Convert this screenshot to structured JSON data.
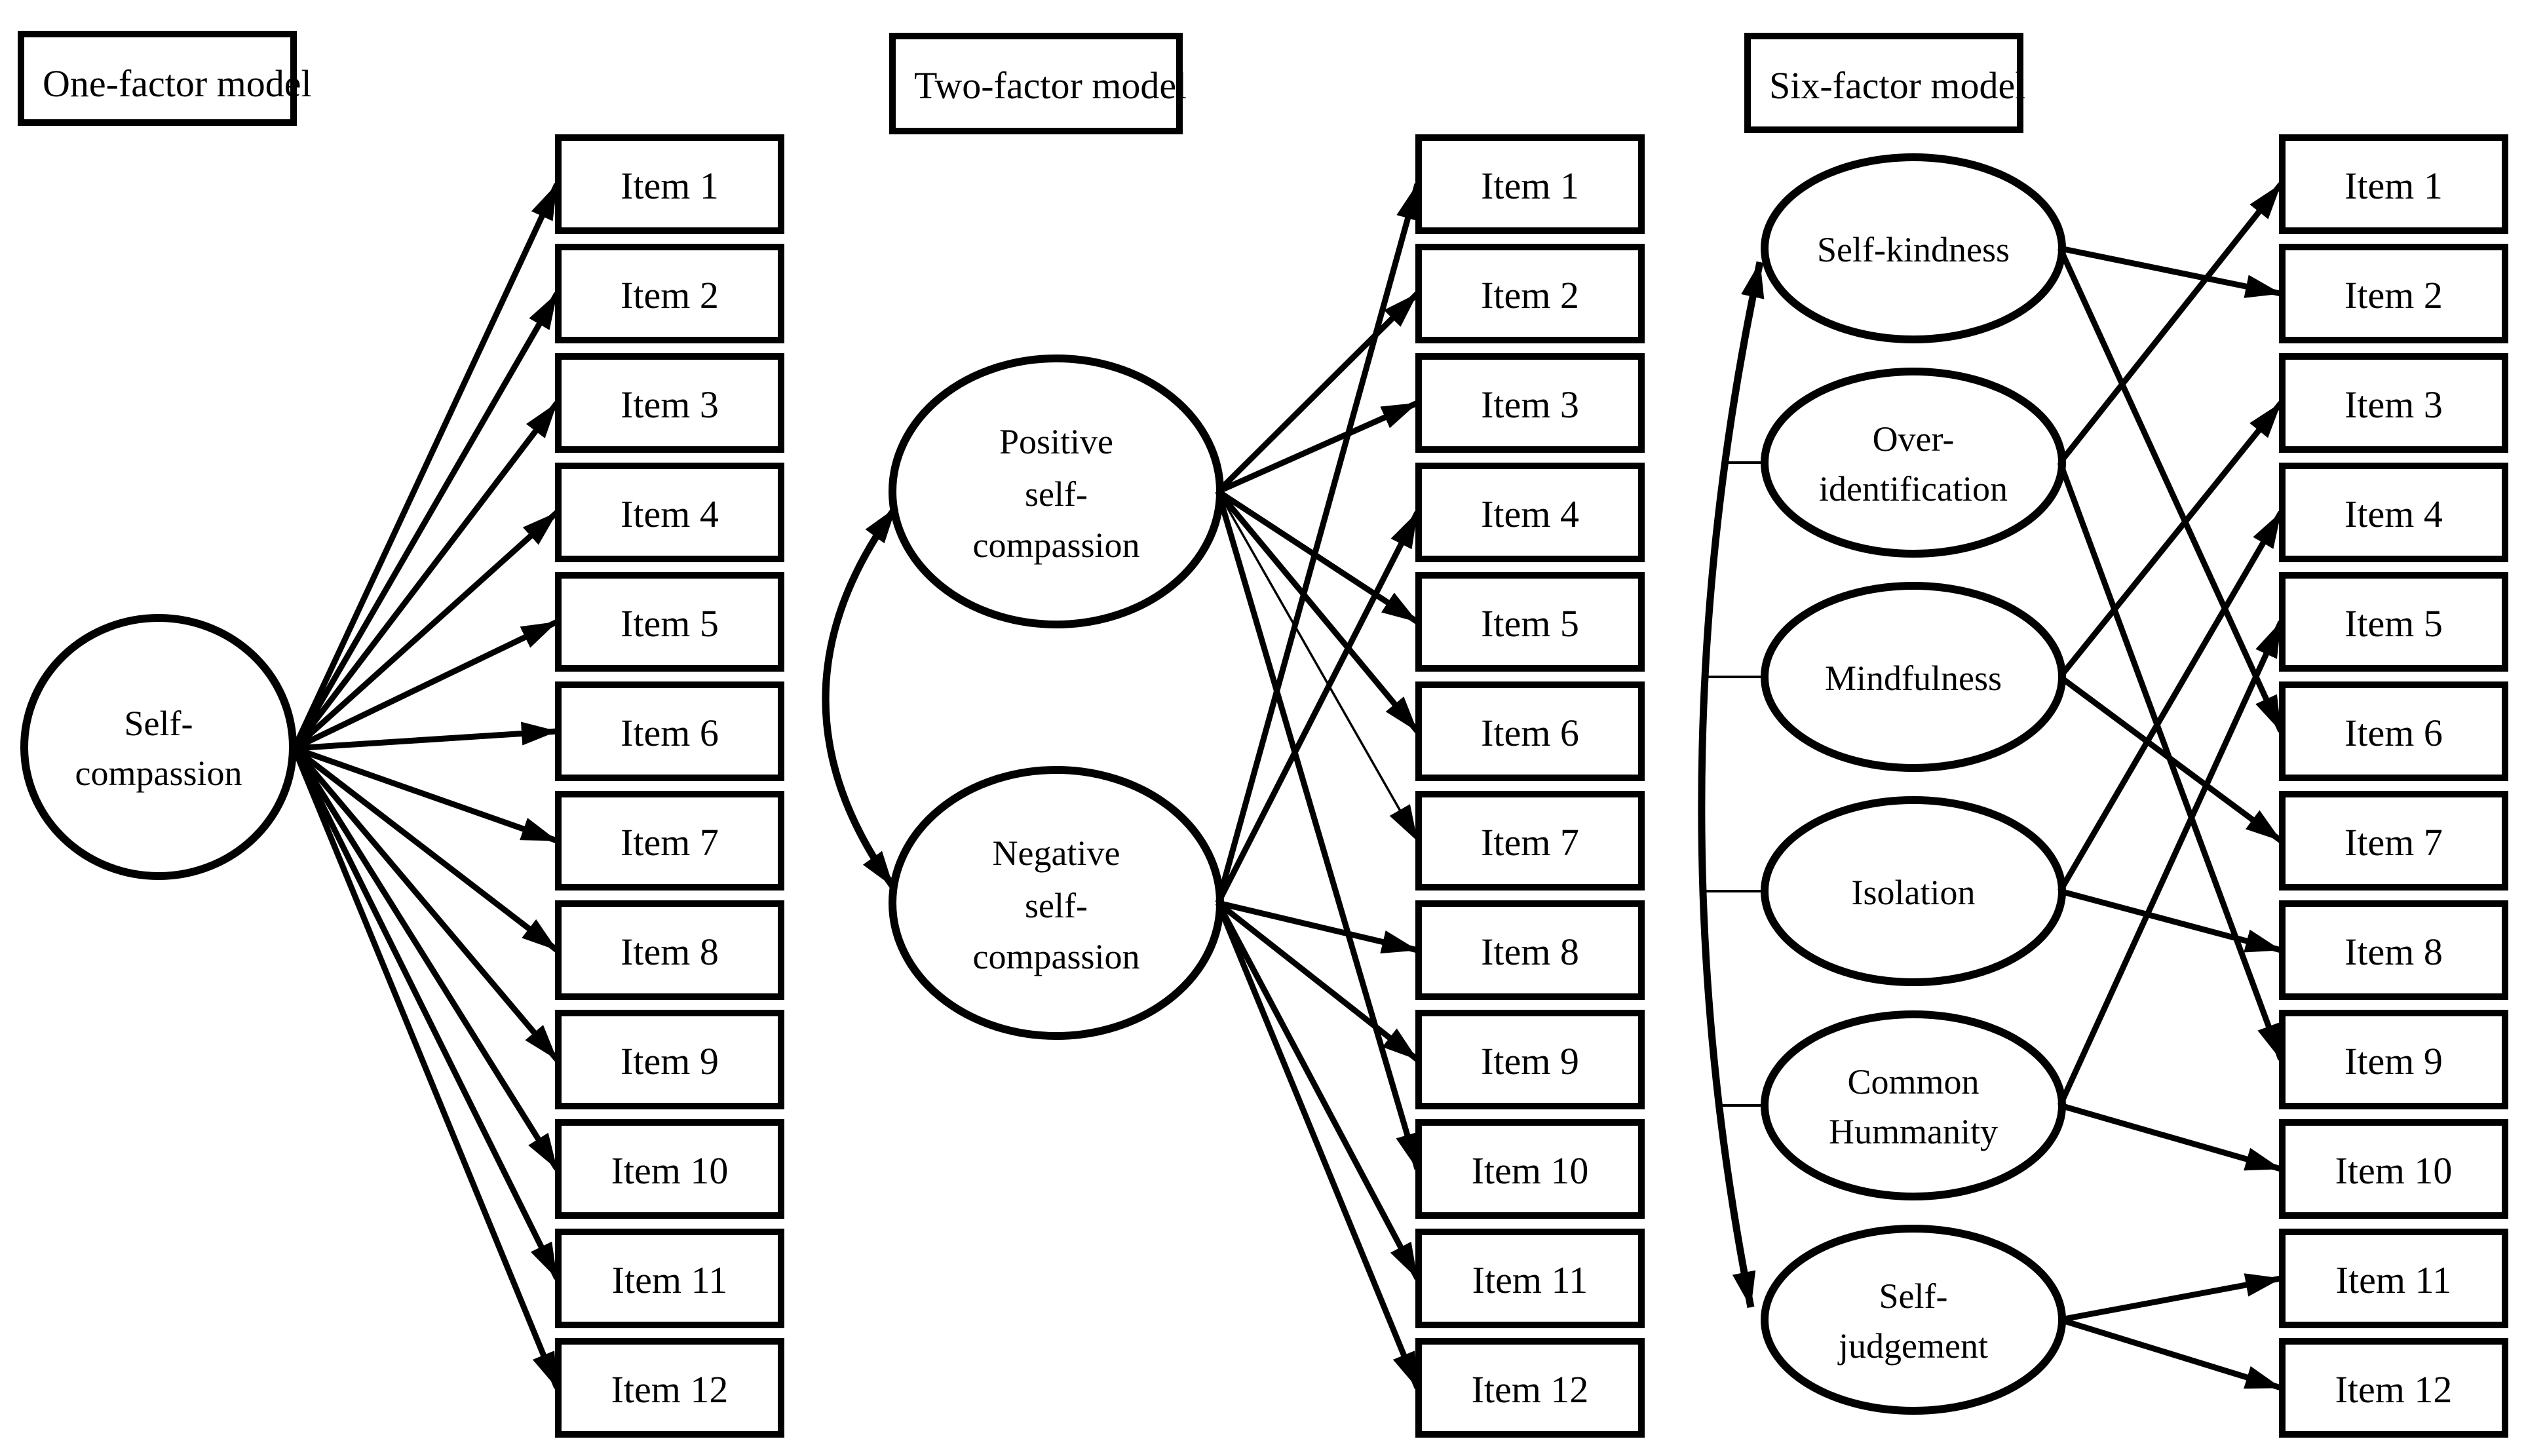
{
  "figure": {
    "background": "#ffffff",
    "line_color": "#000000",
    "items": [
      "Item 1",
      "Item 2",
      "Item 3",
      "Item 4",
      "Item 5",
      "Item 6",
      "Item 7",
      "Item 8",
      "Item 9",
      "Item 10",
      "Item 11",
      "Item 12"
    ],
    "models": [
      {
        "title": "One-factor model",
        "factor_correlations": "none",
        "factors": [
          {
            "name": "self-compassion",
            "label_lines": [
              "Self-",
              "compassion"
            ],
            "loads_items": [
              1,
              2,
              3,
              4,
              5,
              6,
              7,
              8,
              9,
              10,
              11,
              12
            ]
          }
        ]
      },
      {
        "title": "Two-factor model",
        "factor_correlations": "curved double-headed arrow between the two factors",
        "factors": [
          {
            "name": "positive-self-compassion",
            "label_lines": [
              "Positive",
              "self-",
              "compassion"
            ],
            "loads_items": [
              2,
              3,
              5,
              6,
              7,
              10
            ]
          },
          {
            "name": "negative-self-compassion",
            "label_lines": [
              "Negative",
              "self-",
              "compassion"
            ],
            "loads_items": [
              1,
              4,
              8,
              9,
              11,
              12
            ]
          }
        ]
      },
      {
        "title": "Six-factor model",
        "factor_correlations": "curved double-headed arrow linking the six factors",
        "factors": [
          {
            "name": "self-kindness",
            "label_lines": [
              "Self-kindness"
            ],
            "loads_items": [
              2,
              6
            ]
          },
          {
            "name": "over-identification",
            "label_lines": [
              "Over-",
              "identification"
            ],
            "loads_items": [
              1,
              9
            ]
          },
          {
            "name": "mindfulness",
            "label_lines": [
              "Mindfulness"
            ],
            "loads_items": [
              3,
              7
            ]
          },
          {
            "name": "isolation",
            "label_lines": [
              "Isolation"
            ],
            "loads_items": [
              4,
              8
            ]
          },
          {
            "name": "common-humanity",
            "label_lines": [
              "Common",
              "Hummanity"
            ],
            "loads_items": [
              5,
              10
            ]
          },
          {
            "name": "self-judgement",
            "label_lines": [
              "Self-",
              "judgement"
            ],
            "loads_items": [
              11,
              12
            ]
          }
        ]
      }
    ]
  }
}
